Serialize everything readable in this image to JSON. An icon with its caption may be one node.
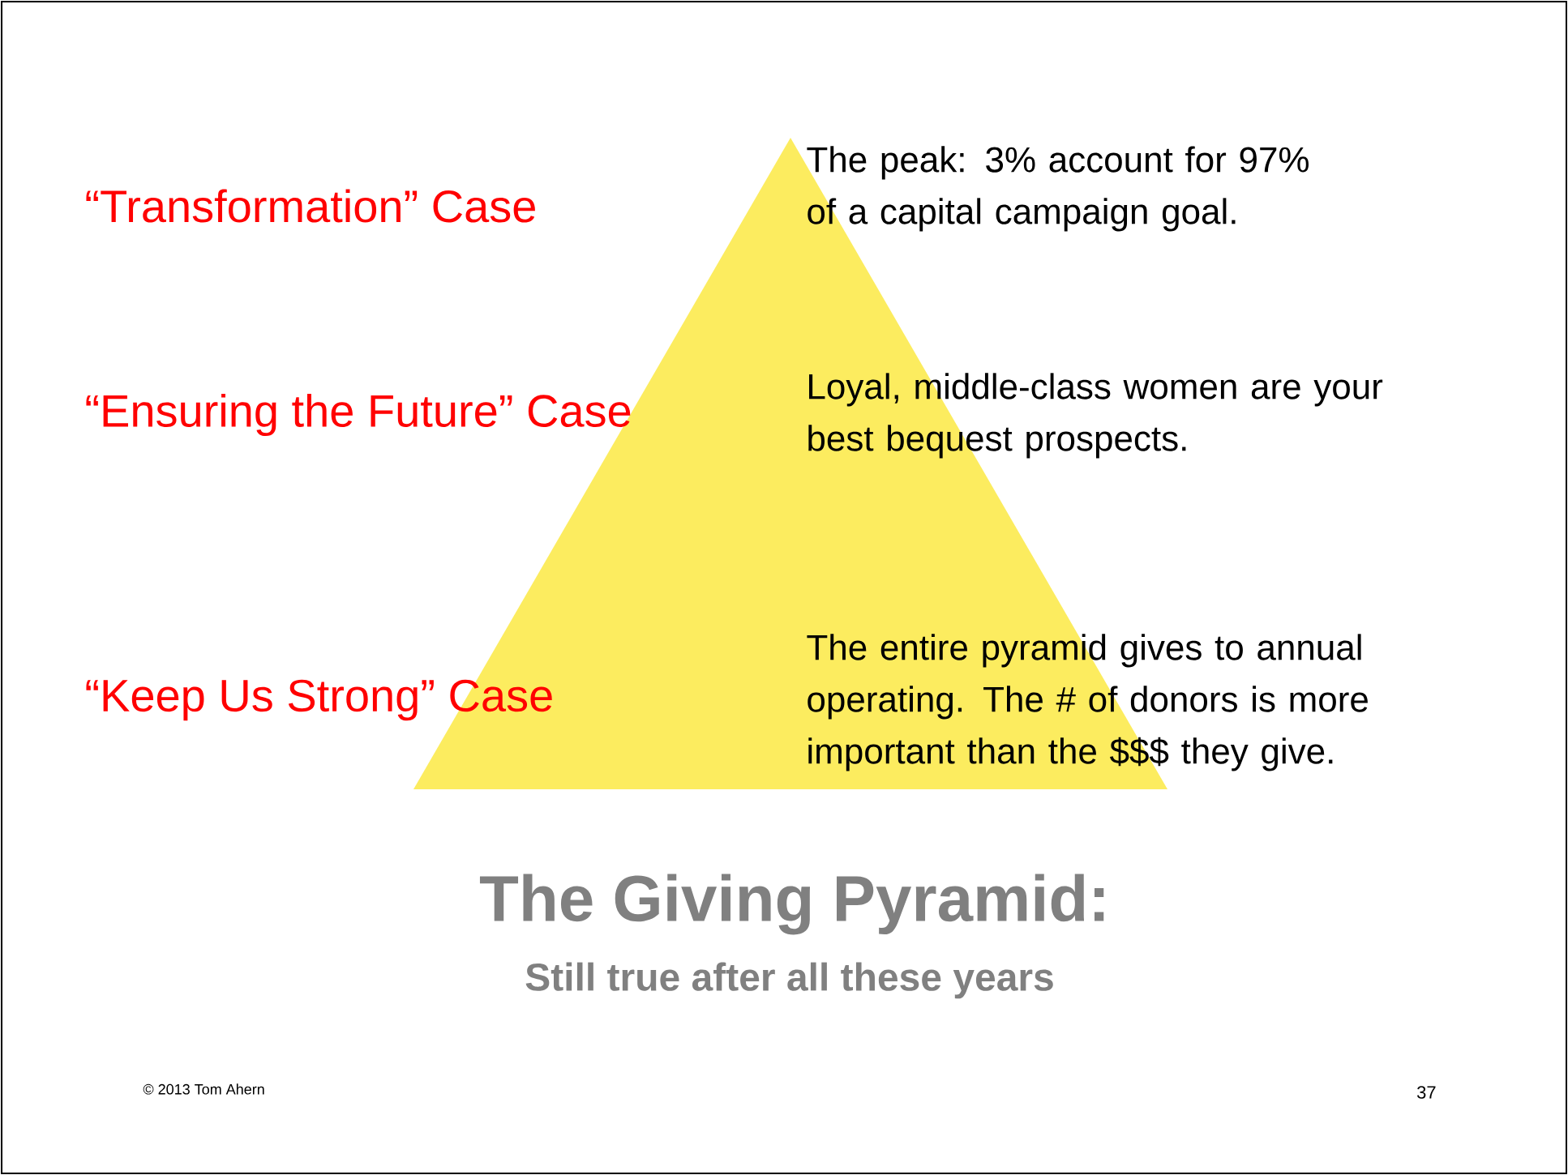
{
  "diagram": {
    "title": "The Giving Pyramid:",
    "caption": "Still true after all these years",
    "nodes": [
      {
        "text": [],
        "shape": "triangle"
      }
    ],
    "labels": [
      "“Transformation” Case",
      "The peak: 3% account for 97% of a capital campaign goal.",
      "“Ensuring the Future” Case",
      "Loyal, middle-class women are your best bequest prospects.",
      "“Keep Us Strong” Case",
      "The entire pyramid gives to annual operating. The # of donors is more important than the $$$ they give.",
      "© 2013 Tom Ahern",
      "37"
    ]
  }
}
